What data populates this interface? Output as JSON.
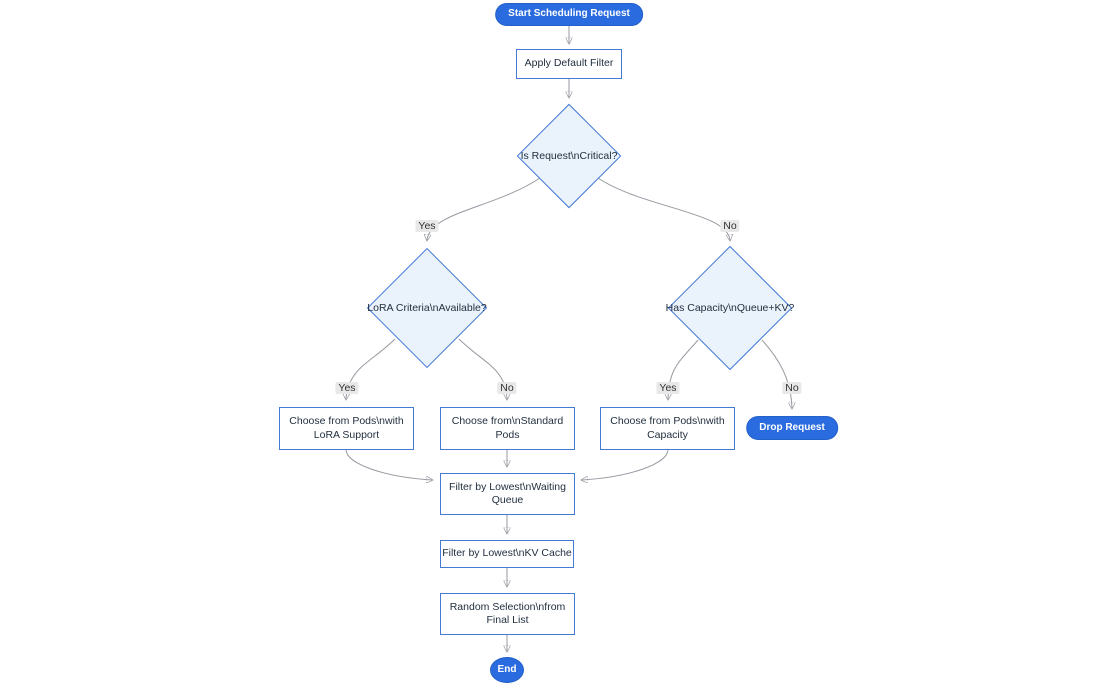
{
  "colors": {
    "accent": "#2a6ce0",
    "accent-dark": "#2360c8",
    "node-border": "#4479d6",
    "node-fill": "#ffffff",
    "decision-fill": "#eaf2fc",
    "edge": "#979aa1",
    "arrow": "#333333",
    "text": "#1f2d3d",
    "label-bg": "#e8e8e8",
    "label-text": "#333333",
    "canvas-bg": "#ffffff"
  },
  "nodes": {
    "start": {
      "shape": "stadium",
      "label": "Start Scheduling Request"
    },
    "apply_filter": {
      "shape": "rect",
      "label": "Apply Default Filter"
    },
    "is_critical": {
      "shape": "diamond",
      "label": "Is Request\\nCritical?"
    },
    "lora_criteria": {
      "shape": "diamond",
      "label": "LoRA Criteria\\nAvailable?"
    },
    "has_capacity": {
      "shape": "diamond",
      "label": "Has Capacity\\nQueue+KV?"
    },
    "choose_lora": {
      "shape": "rect",
      "lines": [
        "Choose from Pods\\nwith",
        "LoRA Support"
      ]
    },
    "choose_standard": {
      "shape": "rect",
      "lines": [
        "Choose from\\nStandard",
        "Pods"
      ]
    },
    "choose_capacity": {
      "shape": "rect",
      "lines": [
        "Choose from Pods\\nwith",
        "Capacity"
      ]
    },
    "drop_request": {
      "shape": "stadium",
      "label": "Drop Request"
    },
    "filter_waiting": {
      "shape": "rect",
      "lines": [
        "Filter by Lowest\\nWaiting",
        "Queue"
      ]
    },
    "filter_kv": {
      "shape": "rect",
      "label": "Filter by Lowest\\nKV Cache"
    },
    "random_selection": {
      "shape": "rect",
      "lines": [
        "Random Selection\\nfrom",
        "Final List"
      ]
    },
    "end": {
      "shape": "stadium",
      "label": "End"
    }
  },
  "edge_labels": {
    "yes": "Yes",
    "no": "No"
  }
}
